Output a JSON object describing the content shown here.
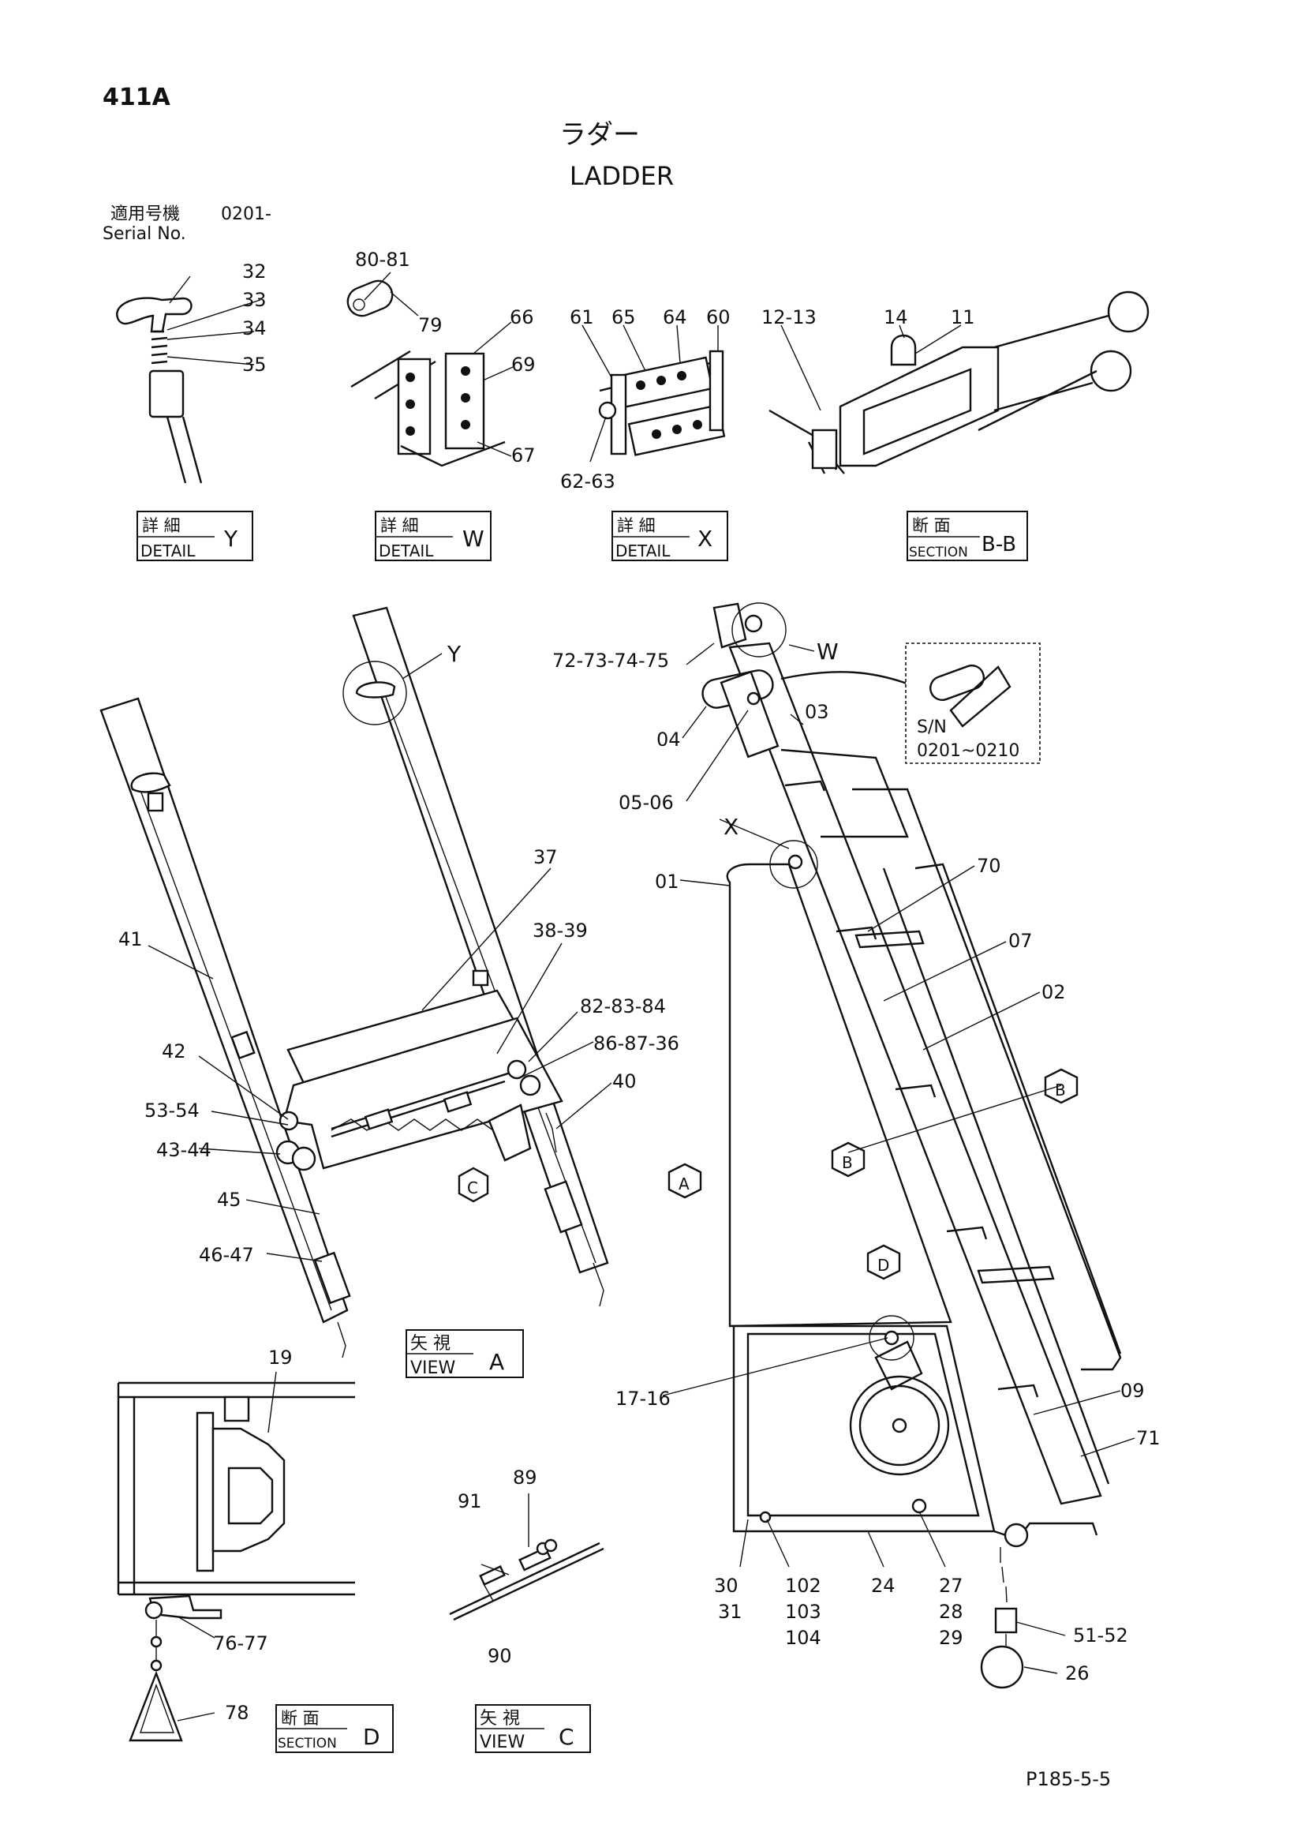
{
  "header": {
    "page_code": "411A",
    "title_ja": "ラダー",
    "title_en": "LADDER",
    "serial_ja": "適用号機",
    "serial_range": "0201-",
    "serial_en": "Serial No."
  },
  "footer": {
    "page_ref": "P185-5-5"
  },
  "views": {
    "detail_y": {
      "ja": "詳 細",
      "en": "DETAIL",
      "tag": "Y"
    },
    "detail_w": {
      "ja": "詳 細",
      "en": "DETAIL",
      "tag": "W"
    },
    "detail_x": {
      "ja": "詳 細",
      "en": "DETAIL",
      "tag": "X"
    },
    "section_bb": {
      "ja": "断 面",
      "en": "SECTION",
      "tag": "B-B"
    },
    "view_a": {
      "ja": "矢 視",
      "en": "VIEW",
      "tag": "A"
    },
    "section_d": {
      "ja": "断 面",
      "en": "SECTION",
      "tag": "D"
    },
    "view_c": {
      "ja": "矢 視",
      "en": "VIEW",
      "tag": "C"
    }
  },
  "serial_note": {
    "line1": "S/N",
    "line2": "0201~0210"
  },
  "view_markers": [
    "A",
    "B",
    "B",
    "C",
    "D"
  ],
  "circle_tags": [
    "Y",
    "W",
    "X"
  ],
  "part_labels": [
    "32",
    "33",
    "34",
    "35",
    "80-81",
    "79",
    "66",
    "69",
    "67",
    "61",
    "65",
    "64",
    "60",
    "62-63",
    "12-13",
    "14",
    "11",
    "72-73-74-75",
    "04",
    "03",
    "05-06",
    "01",
    "70",
    "07",
    "02",
    "41",
    "37",
    "38-39",
    "82-83-84",
    "86-87-36",
    "40",
    "42",
    "53-54",
    "43-44",
    "45",
    "46-47",
    "19",
    "76-77",
    "78",
    "91",
    "89",
    "90",
    "17-16",
    "09",
    "71",
    "30",
    "31",
    "102",
    "103",
    "104",
    "24",
    "27",
    "28",
    "29",
    "51-52",
    "26"
  ]
}
